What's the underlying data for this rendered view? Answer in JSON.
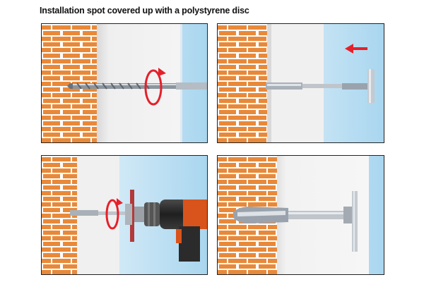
{
  "header": {
    "title": "Installation spot covered up with a polystyrene disc"
  },
  "colors": {
    "brick": "#e8893a",
    "mortar": "#ffffff",
    "insulation": "#eeeeee",
    "sky_light": "#eaf5fb",
    "sky_blue": "#a9d6ef",
    "arrow_red": "#e5202a",
    "steel": "#9aa3ad",
    "drill_black": "#2b2b2b",
    "drill_orange": "#d8541c"
  },
  "panels": [
    {
      "name": "step-drilling-hole",
      "icons": [
        "drill-bit-icon",
        "rotation-arrow-icon"
      ]
    },
    {
      "name": "step-inserting-anchor",
      "icons": [
        "anchor-icon",
        "direction-arrow-icon"
      ]
    },
    {
      "name": "step-screwing-with-drill",
      "icons": [
        "power-drill-icon",
        "rotation-arrow-icon",
        "polystyrene-disc-icon"
      ]
    },
    {
      "name": "step-finished-installation",
      "icons": [
        "anchor-icon",
        "plate-icon"
      ]
    }
  ]
}
